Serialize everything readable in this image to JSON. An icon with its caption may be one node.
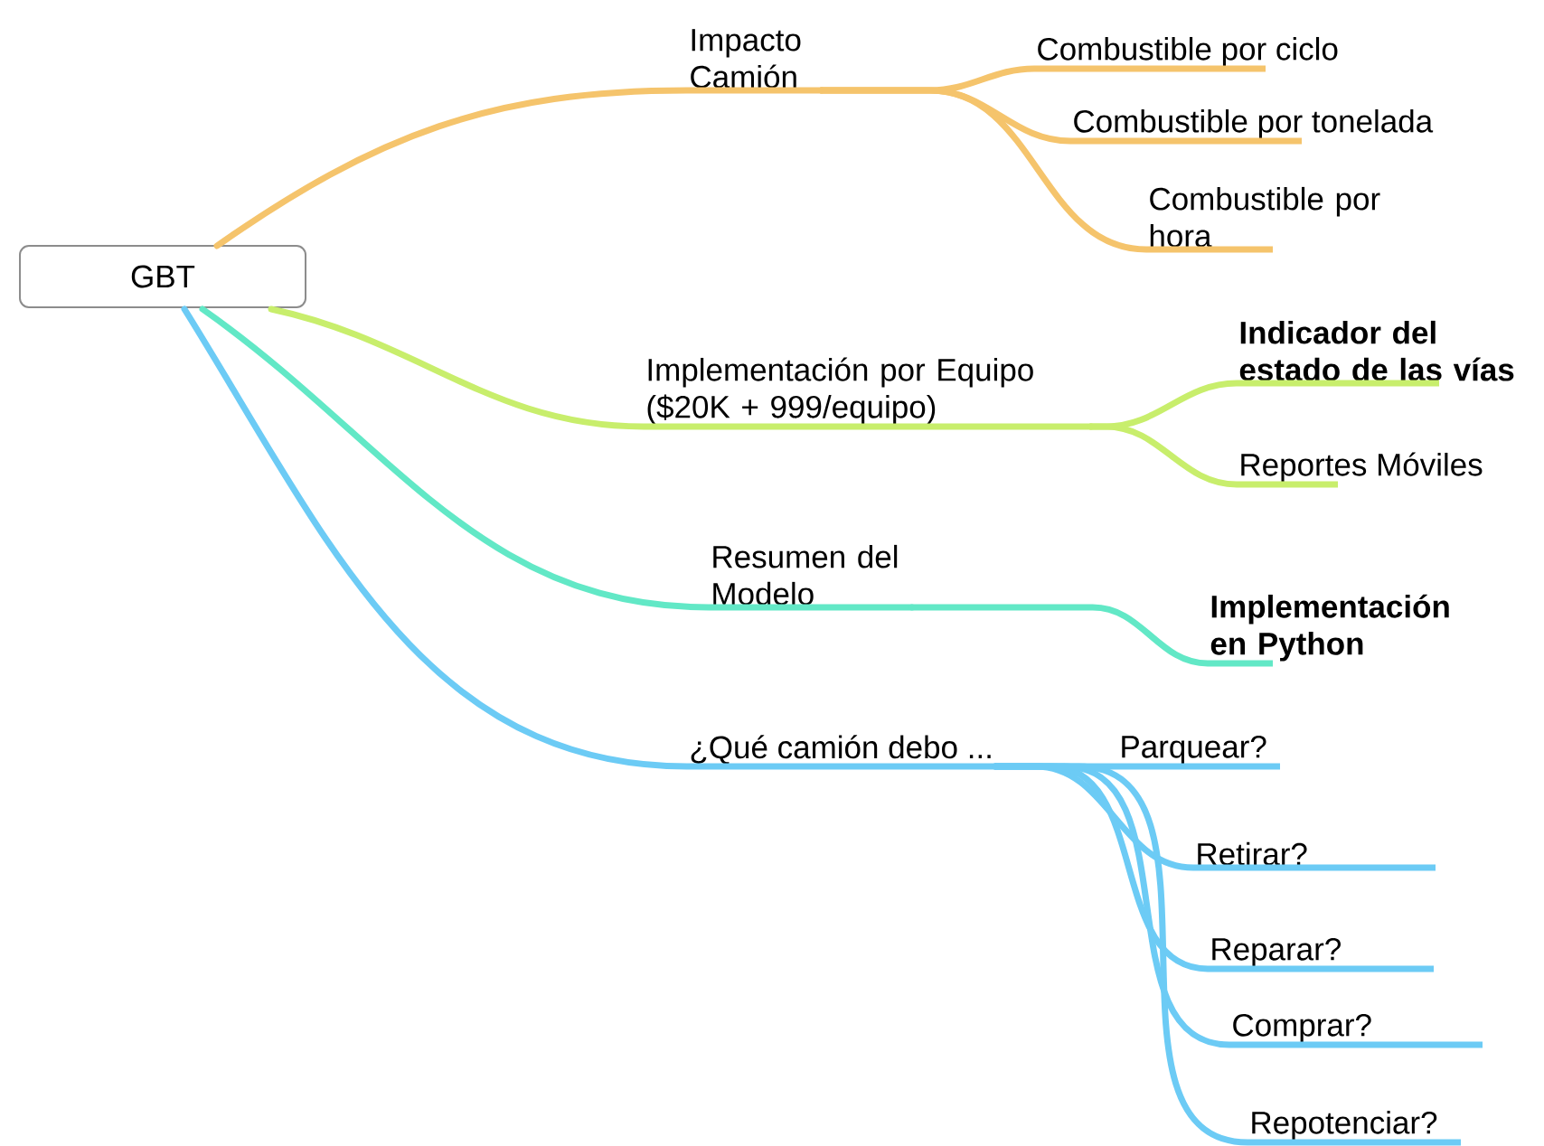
{
  "diagram": {
    "nodes": [
      {
        "text": [
          "GBT"
        ]
      },
      {
        "text": [
          "Impacto Camión"
        ]
      },
      {
        "text": [
          "Combustible por ciclo"
        ]
      },
      {
        "text": [
          "Combustible por tonelada"
        ]
      },
      {
        "text": [
          "Combustible por hora"
        ]
      },
      {
        "text": [
          "Implementación por Equipo ($20K + 999/equipo)"
        ]
      },
      {
        "text": [
          "Indicador del estado de las vías"
        ]
      },
      {
        "text": [
          "Reportes Móviles"
        ]
      },
      {
        "text": [
          "Resumen del Modelo"
        ]
      },
      {
        "text": [
          "Implementación en Python"
        ]
      },
      {
        "text": [
          "¿Qué camión debo ..."
        ]
      },
      {
        "text": [
          "Parquear?"
        ]
      },
      {
        "text": [
          "Retirar?"
        ]
      },
      {
        "text": [
          "Reparar?"
        ]
      },
      {
        "text": [
          "Comprar?"
        ]
      },
      {
        "text": [
          "Repotenciar?"
        ]
      }
    ],
    "edges": [
      {
        "from": 0,
        "to": 1,
        "arrow": "none",
        "color": "#f5c46c"
      },
      {
        "from": 1,
        "to": 2,
        "arrow": "none",
        "color": "#f5c46c"
      },
      {
        "from": 1,
        "to": 3,
        "arrow": "none",
        "color": "#f5c46c"
      },
      {
        "from": 1,
        "to": 4,
        "arrow": "none",
        "color": "#f5c46c"
      },
      {
        "from": 0,
        "to": 5,
        "arrow": "none",
        "color": "#c8ee6c"
      },
      {
        "from": 5,
        "to": 6,
        "arrow": "none",
        "color": "#c8ee6c"
      },
      {
        "from": 5,
        "to": 7,
        "arrow": "none",
        "color": "#c8ee6c"
      },
      {
        "from": 0,
        "to": 8,
        "arrow": "none",
        "color": "#62e8c6"
      },
      {
        "from": 8,
        "to": 9,
        "arrow": "none",
        "color": "#62e8c6"
      },
      {
        "from": 0,
        "to": 10,
        "arrow": "none"
      },
      {
        "from": 10,
        "to": 11,
        "arrow": "none"
      },
      {
        "from": 10,
        "to": 12,
        "arrow": "none"
      },
      {
        "from": 10,
        "to": 13,
        "arrow": "none"
      },
      {
        "from": 10,
        "to": 14,
        "arrow": "none"
      },
      {
        "from": 10,
        "to": 15,
        "arrow": "none"
      }
    ]
  }
}
